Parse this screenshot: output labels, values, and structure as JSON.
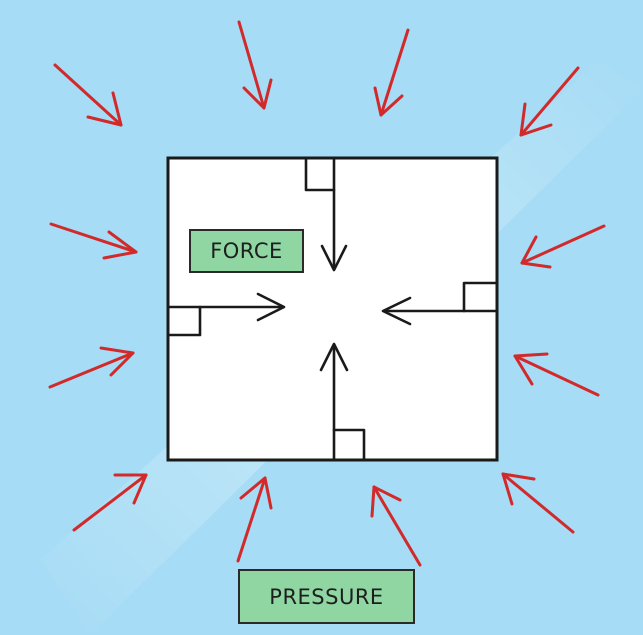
{
  "diagram": {
    "labels": {
      "force": "FORCE",
      "pressure": "PRESSURE"
    },
    "colors": {
      "background": "#a6dcf5",
      "surface": "#ffffff",
      "outline": "#1a1a1a",
      "pressure_arrow": "#d22a2a",
      "label_fill": "#8fd6a3"
    },
    "icons": {
      "force_arrow": "black-arrow-icon",
      "pressure_arrow": "red-arrow-icon",
      "right_angle": "right-angle-marker"
    }
  }
}
